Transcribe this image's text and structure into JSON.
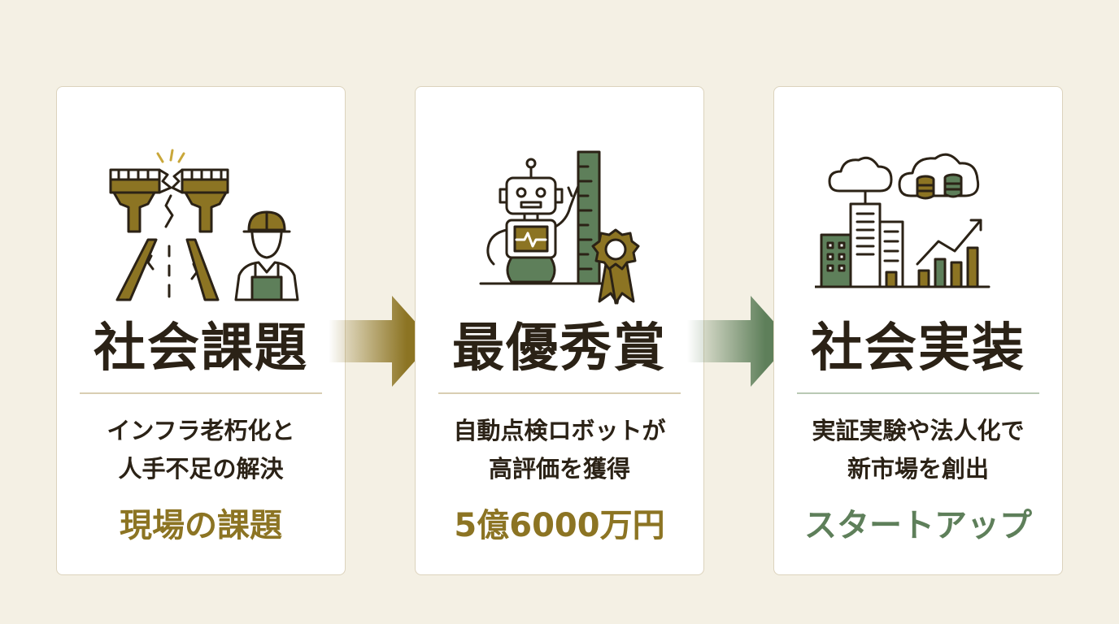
{
  "colors": {
    "gold": "#8c7423",
    "green": "#5e7f5a",
    "dark": "#2b2216",
    "background": "#f4f0e4"
  },
  "steps": [
    {
      "title": "社会課題",
      "description_lines": [
        "インフラ老朽化と",
        "人手不足の解決"
      ],
      "highlight": "現場の課題",
      "highlight_color": "#8c7423",
      "icon": "cracked-bridge-worker-icon"
    },
    {
      "title": "最優秀賞",
      "description_lines": [
        "自動点検ロボットが",
        "高評価を獲得"
      ],
      "highlight": "5億6000万円",
      "highlight_color": "#8c7423",
      "icon": "robot-ruler-award-icon"
    },
    {
      "title": "社会実装",
      "description_lines": [
        "実証実験や法人化で",
        "新市場を創出"
      ],
      "highlight": "スタートアップ",
      "highlight_color": "#5e7f5a",
      "icon": "city-growth-chart-icon"
    }
  ],
  "arrows": [
    {
      "color": "#8c7423",
      "icon": "right-arrow-icon"
    },
    {
      "color": "#5e7f5a",
      "icon": "right-arrow-icon"
    }
  ]
}
